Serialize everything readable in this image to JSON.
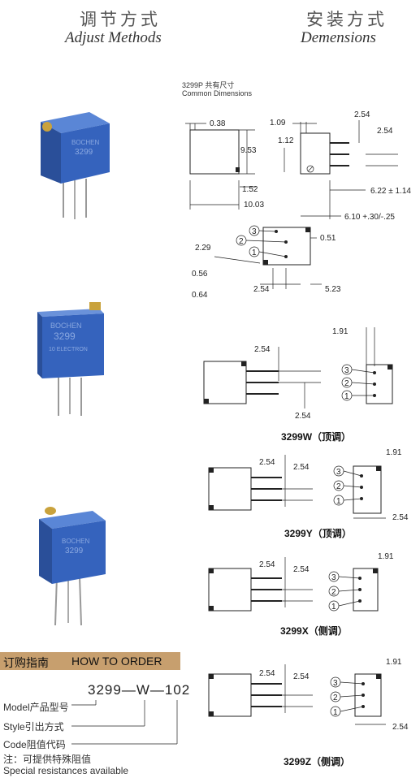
{
  "header": {
    "left_cn": "调节方式",
    "left_en": "Adjust Methods",
    "right_cn": "安装方式",
    "right_en": "Demensions"
  },
  "common": {
    "title_line1": "3299P 共有尺寸",
    "title_line2": "Common Dimensions",
    "dims": {
      "d038": "0.38",
      "d953": "9.53",
      "d152": "1.52",
      "d1003": "10.03",
      "d109": "1.09",
      "d112": "1.12",
      "d254a": "2.54",
      "d254b": "2.54",
      "d622": "6.22 ± 1.14",
      "d610": "6.10 +.30/-.25",
      "d229": "2.29",
      "d056": "0.56",
      "d064": "0.64",
      "d051": "0.51",
      "d254c": "2.54",
      "d523": "5.23"
    }
  },
  "pins": [
    "3",
    "2",
    "1"
  ],
  "variants": [
    {
      "caption": "3299W（顶调）",
      "d1": "2.54",
      "d2": "2.54",
      "d3": "1.91"
    },
    {
      "caption": "3299Y（顶调）",
      "d1": "2.54",
      "d2": "2.54",
      "d3": "1.91",
      "d4": "2.54"
    },
    {
      "caption": "3299X（侧调）",
      "d1": "2.54",
      "d2": "2.54",
      "d3": "1.91"
    },
    {
      "caption": "3299Z（侧调）",
      "d1": "2.54",
      "d2": "2.54",
      "d3": "1.91",
      "d4": "2.54"
    }
  ],
  "photos": {
    "brand_text": "BOCHEN",
    "model_text": "3299",
    "sub_text": "10 ELECTRON",
    "body_color": "#2f5fb8",
    "knob_color": "#c9a23c"
  },
  "order": {
    "title_cn": "订购指南",
    "title_en": "HOW TO ORDER",
    "part_number": "3299—W—102",
    "legend": [
      "Model产品型号",
      "Style引出方式",
      "Code阻值代码",
      "注：可提供特殊阻值",
      "Special resistances available"
    ]
  }
}
